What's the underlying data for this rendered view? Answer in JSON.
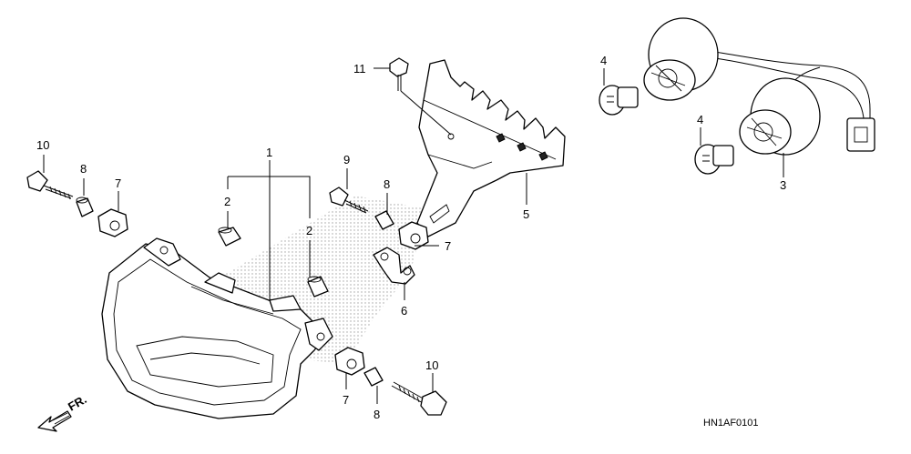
{
  "diagram": {
    "code": "HN1AF0101",
    "direction_label": "FR.",
    "callouts": {
      "c1": "1",
      "c2a": "2",
      "c2b": "2",
      "c3": "3",
      "c4a": "4",
      "c4b": "4",
      "c5": "5",
      "c6": "6",
      "c7a": "7",
      "c7b": "7",
      "c7c": "7",
      "c8a": "8",
      "c8b": "8",
      "c8c": "8",
      "c9": "9",
      "c10a": "10",
      "c10b": "10",
      "c11": "11"
    }
  }
}
